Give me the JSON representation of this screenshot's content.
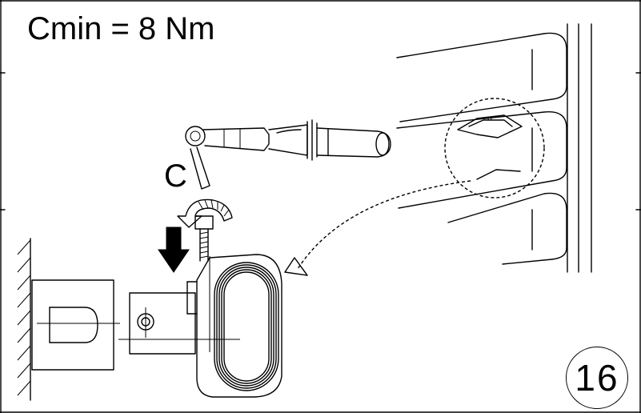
{
  "diagram": {
    "torque_label": "Cmin = 8 Nm",
    "direction_label": "C",
    "step_number": "16"
  },
  "colors": {
    "line": "#000000",
    "background": "#ffffff"
  }
}
